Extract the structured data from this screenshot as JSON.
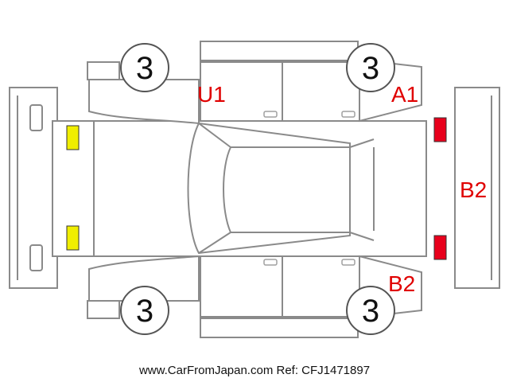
{
  "condition_badges": {
    "front_left": "3",
    "front_right": "3",
    "rear_left": "3",
    "rear_right": "3"
  },
  "damage_codes": {
    "upper_left": "U1",
    "upper_right": "A1",
    "right": "B2",
    "lower_right": "B2"
  },
  "markers": {
    "yellow": "#f0ee00",
    "red": "#e8001c"
  },
  "footer": "www.CarFromJapan.com Ref: CFJ1471897"
}
